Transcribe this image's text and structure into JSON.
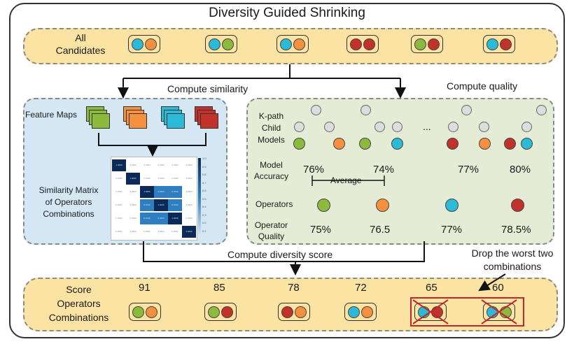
{
  "title": "Diversity Guided Shrinking",
  "colors": {
    "cyan": "#2bbbd8",
    "orange": "#f5913e",
    "green": "#8cba3c",
    "red": "#c2312a",
    "band": "#fbe3a3",
    "blue_panel": "#d4e7f3",
    "green_panel": "#e4ecd6",
    "drop": "#c0272d"
  },
  "top": {
    "label_line1": "All",
    "label_line2": "Candidates",
    "pairs": [
      [
        "cyan",
        "orange"
      ],
      [
        "cyan",
        "green"
      ],
      [
        "cyan",
        "orange"
      ],
      [
        "red",
        "red"
      ],
      [
        "green",
        "red"
      ],
      [
        "cyan",
        "red"
      ]
    ]
  },
  "flow": {
    "similarity": "Compute similarity",
    "quality": "Compute quality",
    "diversity": "Compute diversity score"
  },
  "left_panel": {
    "feature_maps": "Feature Maps",
    "feature_map_colors": [
      "green",
      "orange",
      "cyan",
      "red"
    ],
    "matrix_line1": "Similarity Matrix",
    "matrix_line2": "of Operators",
    "matrix_line3": "Combinations",
    "colorbar_ticks": [
      "1.0",
      "0.9",
      "0.8",
      "0.7",
      "0.6",
      "0.5",
      "0.4",
      "0.3",
      "0.2",
      "0.1"
    ]
  },
  "right_panel": {
    "kpath_1": "K-path",
    "kpath_2": "Child",
    "kpath_3": "Models",
    "ellipsis": "...",
    "model_acc_1": "Model",
    "model_acc_2": "Accuracy",
    "accuracies": [
      "76%",
      "74%",
      "77%",
      "80%"
    ],
    "average": "Average",
    "operators": "Operators",
    "operator_colors": [
      "green",
      "orange",
      "cyan",
      "red"
    ],
    "opq_1": "Operator",
    "opq_2": "Quality",
    "qualities": [
      "75%",
      "76.5",
      "77%",
      "78.5%"
    ]
  },
  "bottom": {
    "score": "Score",
    "operators_line": "Operators",
    "combinations_line": "Combinations",
    "scores": [
      "91",
      "85",
      "78",
      "72",
      "65",
      "60"
    ],
    "pairs": [
      [
        "green",
        "orange"
      ],
      [
        "green",
        "red"
      ],
      [
        "red",
        "orange"
      ],
      [
        "cyan",
        "orange"
      ],
      [
        "cyan",
        "red"
      ],
      [
        "cyan",
        "green"
      ]
    ],
    "drop_line1": "Drop the worst  two",
    "drop_line2": "combinations"
  }
}
